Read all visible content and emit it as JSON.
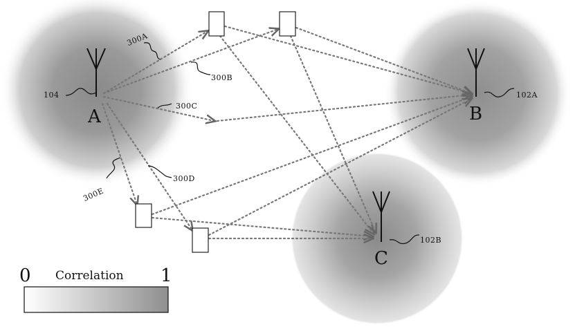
{
  "nodes": {
    "A": {
      "label": "A",
      "ref": "104"
    },
    "B": {
      "label": "B",
      "ref": "102A"
    },
    "C": {
      "label": "C",
      "ref": "102B"
    }
  },
  "paths": [
    {
      "id": "300A",
      "label": "300A"
    },
    {
      "id": "300B",
      "label": "300B"
    },
    {
      "id": "300C",
      "label": "300C"
    },
    {
      "id": "300D",
      "label": "300D"
    },
    {
      "id": "300E",
      "label": "300E"
    }
  ],
  "legend": {
    "title": "Correlation",
    "min": "0",
    "max": "1"
  }
}
